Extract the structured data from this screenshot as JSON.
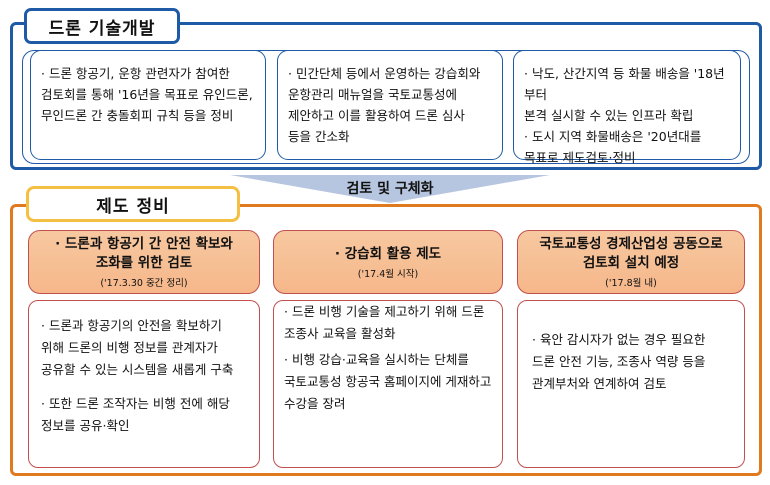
{
  "top": {
    "title": "드론 기술개발",
    "cards": [
      {
        "lines": [
          "· 드론 항공기, 운항 관련자가 참여한",
          "검토회를 통해 '16년을 목표로 유인드론,",
          "무인드론 간 충돌회피 규칙 등을 정비"
        ]
      },
      {
        "lines": [
          "· 민간단체 등에서 운영하는 강습회와",
          "운항관리 매뉴얼을 국토교통성에",
          "제안하고 이를 활용하여 드론 심사",
          "등을 간소화"
        ]
      },
      {
        "lines": [
          "· 낙도, 산간지역 등 화물 배송을 '18년부터",
          "본격 실시할 수 있는 인프라 확립",
          "· 도시 지역 화물배송은 '20년대를",
          "목표로 제도검토·정비"
        ]
      }
    ]
  },
  "arrow": {
    "label": "검토 및 구체화"
  },
  "bottom": {
    "title": "제도 정비",
    "columns": [
      {
        "head_lines": [
          "· 드론과 항공기 간 안전 확보와",
          "조화를 위한 검토"
        ],
        "sub": "('17.3.30 중간 정리)",
        "body": [
          [
            "· 드론과 항공기의 안전을 확보하기",
            "위해  드론의 비행 정보를 관계자가",
            "공유할 수 있는 시스템을 새롭게 구축"
          ],
          [
            "· 또한 드론 조작자는 비행 전에 해당",
            "정보를 공유·확인"
          ]
        ]
      },
      {
        "head_lines": [
          "· 강습회 활용 제도"
        ],
        "sub": "('17.4월 시작)",
        "body": [
          [
            "· 드론 비행 기술을 제고하기 위해 드론",
            "조종사 교육을 활성화"
          ],
          [
            "· 비행 강습·교육을 실시하는 단체를",
            "국토교통성 항공국 홈페이지에 게재하고",
            "수강을 장려"
          ]
        ]
      },
      {
        "head_lines": [
          "국토교통성 경제산업성 공동으로",
          "검토회 설치 예정"
        ],
        "sub": "('17.8월 내)",
        "body": [
          [
            "· 육안 감시자가 없는 경우 필요한",
            "드론  안전 기능, 조종사 역량 등을",
            "관계부처와  연계하여 검토"
          ]
        ]
      }
    ]
  },
  "colors": {
    "top_border": "#1f5aa6",
    "bottom_border": "#e07a1f",
    "title_border": "#f4c043",
    "head_fill": "#f6b78a",
    "arrow_fill": "#b7c6e0"
  }
}
